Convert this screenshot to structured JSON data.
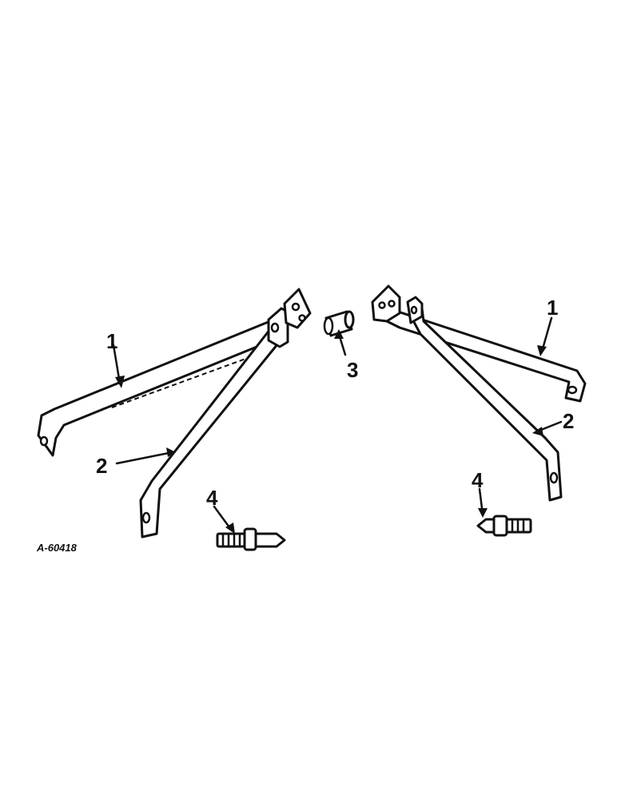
{
  "diagram": {
    "reference_number": "A-60418",
    "callouts": {
      "left_brace": "1",
      "left_strut": "2",
      "spacer": "3",
      "left_stud": "4",
      "right_brace": "1",
      "right_strut": "2",
      "right_stud": "4"
    }
  }
}
